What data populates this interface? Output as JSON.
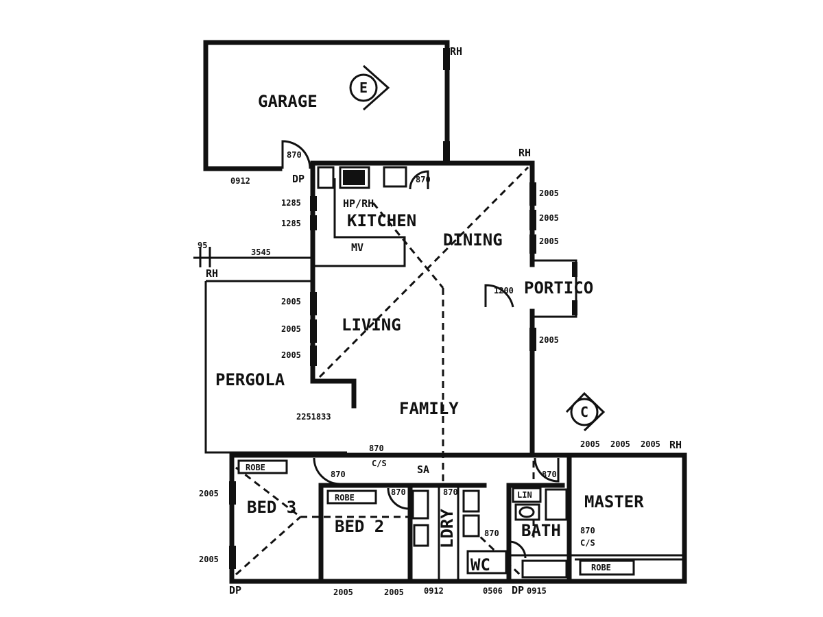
{
  "rooms": {
    "garage": "GARAGE",
    "kitchen": "KITCHEN",
    "dining": "DINING",
    "living": "LIVING",
    "family": "FAMILY",
    "portico": "PORTICO",
    "pergola": "PERGOLA",
    "bed3": "BED 3",
    "bed2": "BED 2",
    "master": "MASTER",
    "bath": "BATH",
    "ldry": "LDRY",
    "wc": "WC"
  },
  "fixtures": {
    "hp_rh": "HP/RH",
    "mv": "MV",
    "sa": "SA",
    "robe": "ROBE",
    "lin": "LIN"
  },
  "markers": {
    "entry": "E",
    "compass": "C"
  },
  "labels": {
    "rh": "RH",
    "dp": "DP",
    "cs": "C/S"
  },
  "dimensions": {
    "garage_door": "870",
    "garage_window": "0912",
    "kitchen_door": "870",
    "win_1285": "1285",
    "win_2005": "2005",
    "portico_door": "1200",
    "sliding_door": "2251833",
    "family_door": "870",
    "bed3_door": "870",
    "bed2_door": "870",
    "ldry_door": "870",
    "master_door": "870",
    "bath_door": "870",
    "master_cs": "870",
    "pergola_width": "3545",
    "pergola_offset": "95",
    "bed_window": "2005",
    "laundry_window": "0912",
    "wc_window": "0506",
    "bath_window": "0915"
  }
}
